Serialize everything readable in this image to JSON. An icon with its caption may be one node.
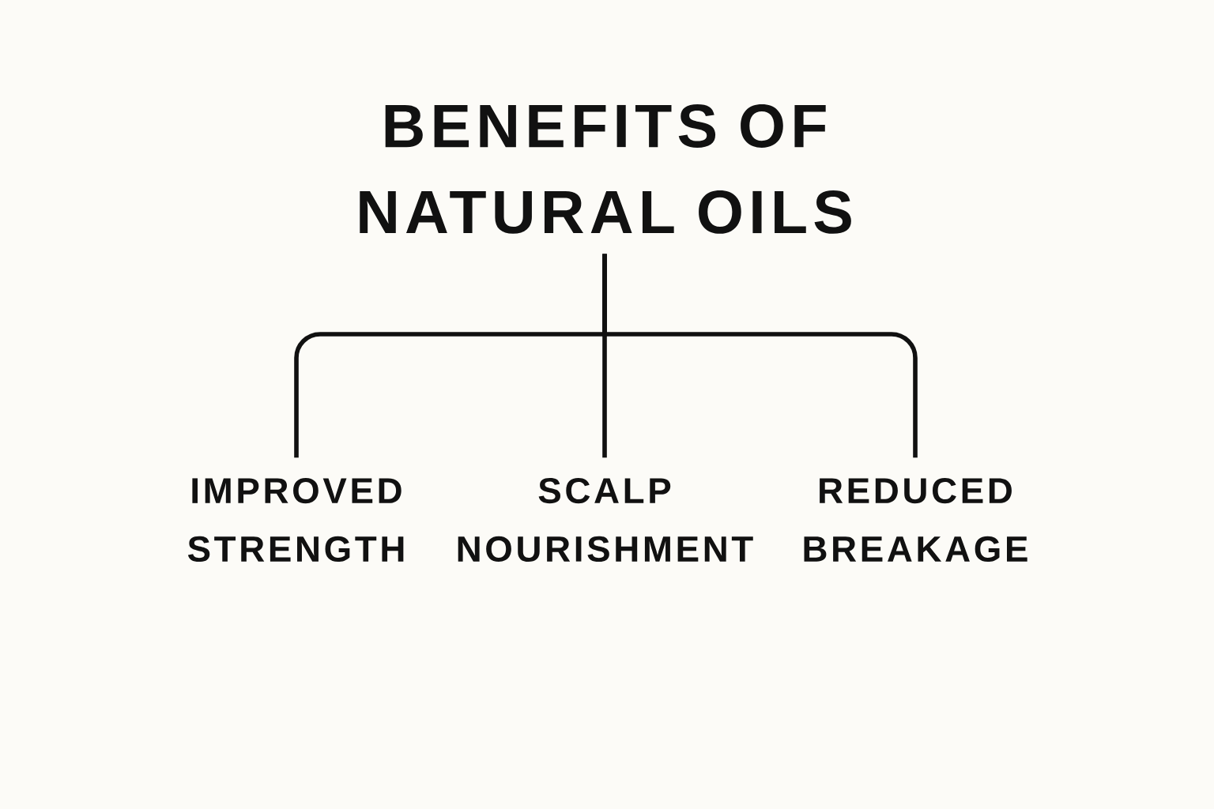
{
  "diagram": {
    "nodes": [
      {
        "text": [
          "BENEFITS OF NATURAL OILS"
        ]
      },
      {
        "text": [
          "IMPROVED STRENGTH"
        ]
      },
      {
        "text": [
          "SCALP NOURISHMENT"
        ]
      },
      {
        "text": [
          "REDUCED BREAKAGE"
        ]
      }
    ],
    "edges": [
      {
        "from": 0,
        "to": 1,
        "arrow": "none"
      },
      {
        "from": 0,
        "to": 2,
        "arrow": "none"
      },
      {
        "from": 0,
        "to": 3,
        "arrow": "none"
      }
    ]
  }
}
